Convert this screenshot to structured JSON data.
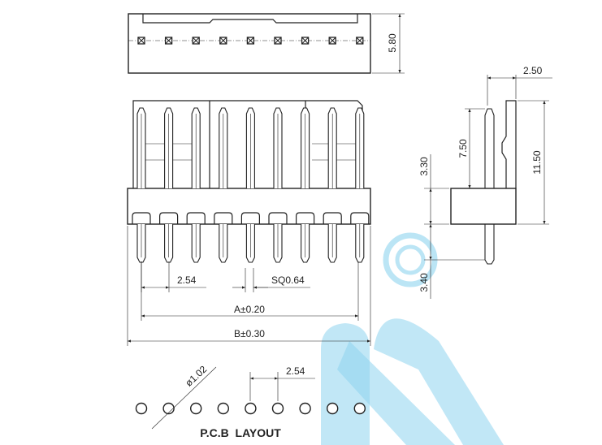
{
  "top_view": {
    "height_label": "5.80",
    "pin_count": 9
  },
  "front_view": {
    "pitch_label": "2.54",
    "pin_size_label": "SQ0.64",
    "dim_a_label": "A±0.20",
    "dim_b_label": "B±0.30"
  },
  "side_view": {
    "thickness_label": "2.50",
    "upper_pin_label": "7.50",
    "total_height_label": "11.50",
    "housing_height_label": "3.30",
    "tail_length_label": "3.40"
  },
  "pcb_layout": {
    "title": "P.C.B  LAYOUT",
    "hole_diameter_label": "ø1.02",
    "pitch_label": "2.54",
    "hole_count": 9
  },
  "colors": {
    "line": "#222222",
    "watermark": "#8ed3ee"
  }
}
